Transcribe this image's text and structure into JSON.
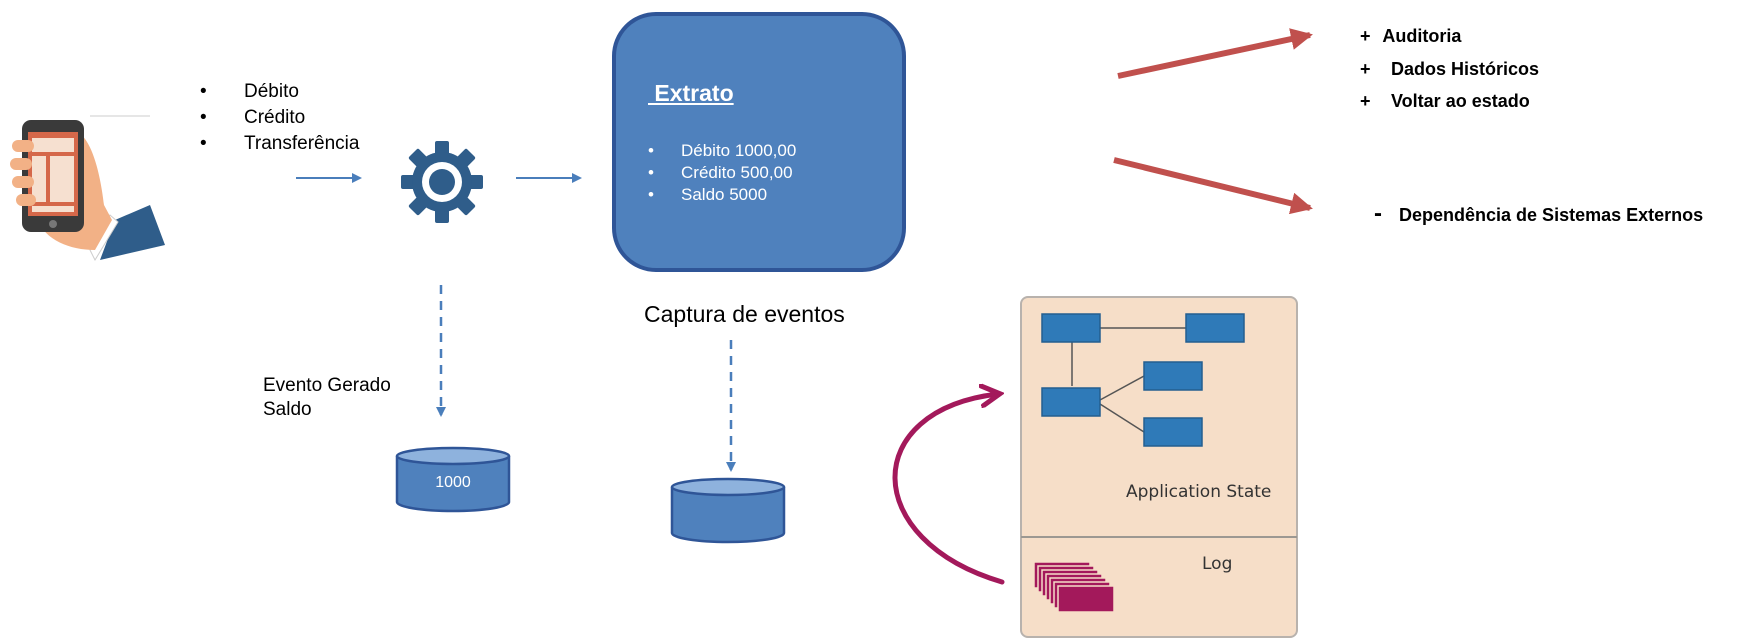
{
  "operations": [
    "Débito",
    "Crédito",
    "Transferência"
  ],
  "extrato": {
    "title": " Extrato",
    "items": [
      "Débito 1000,00",
      "Crédito 500,00",
      "Saldo 5000"
    ]
  },
  "capture_label": "Captura de eventos",
  "event_label": [
    "Evento Gerado",
    "Saldo"
  ],
  "db_value": "1000",
  "pros": [
    {
      "sign": "+",
      "text": "Auditoria"
    },
    {
      "sign": "+",
      "text": "Dados Históricos"
    },
    {
      "sign": "+",
      "text": "Voltar ao estado"
    }
  ],
  "cons": [
    {
      "sign": "-",
      "text": "Dependência de Sistemas Externos"
    }
  ],
  "illustration": {
    "state_label": "Application State",
    "log_label": "Log"
  },
  "colors": {
    "box_blue": "#4f81bd",
    "box_border": "#2f5597",
    "arrow_blue": "#4a7ebb",
    "arrow_red": "#c0504d",
    "panel_bg": "#f6dec8",
    "curve_magenta": "#a3195b"
  }
}
